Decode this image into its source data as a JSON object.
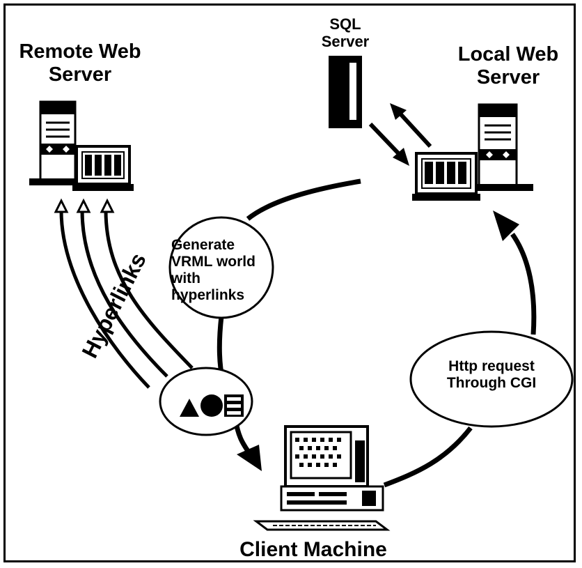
{
  "diagram": {
    "nodes": {
      "remote_web_server": {
        "line1": "Remote Web",
        "line2": "Server"
      },
      "sql_server": {
        "line1": "SQL",
        "line2": "Server"
      },
      "local_web_server": {
        "line1": "Local Web",
        "line2": "Server"
      },
      "client_machine": {
        "label": "Client Machine"
      }
    },
    "bubbles": {
      "generate": {
        "line1": "Generate",
        "line2": "VRML world",
        "line3": "with hyperlinks"
      },
      "http": {
        "line1": "Http request",
        "line2": "Through CGI"
      }
    },
    "hyperlinks_label": "Hyperlinks",
    "colors": {
      "ink": "#000000",
      "background": "#ffffff"
    }
  }
}
